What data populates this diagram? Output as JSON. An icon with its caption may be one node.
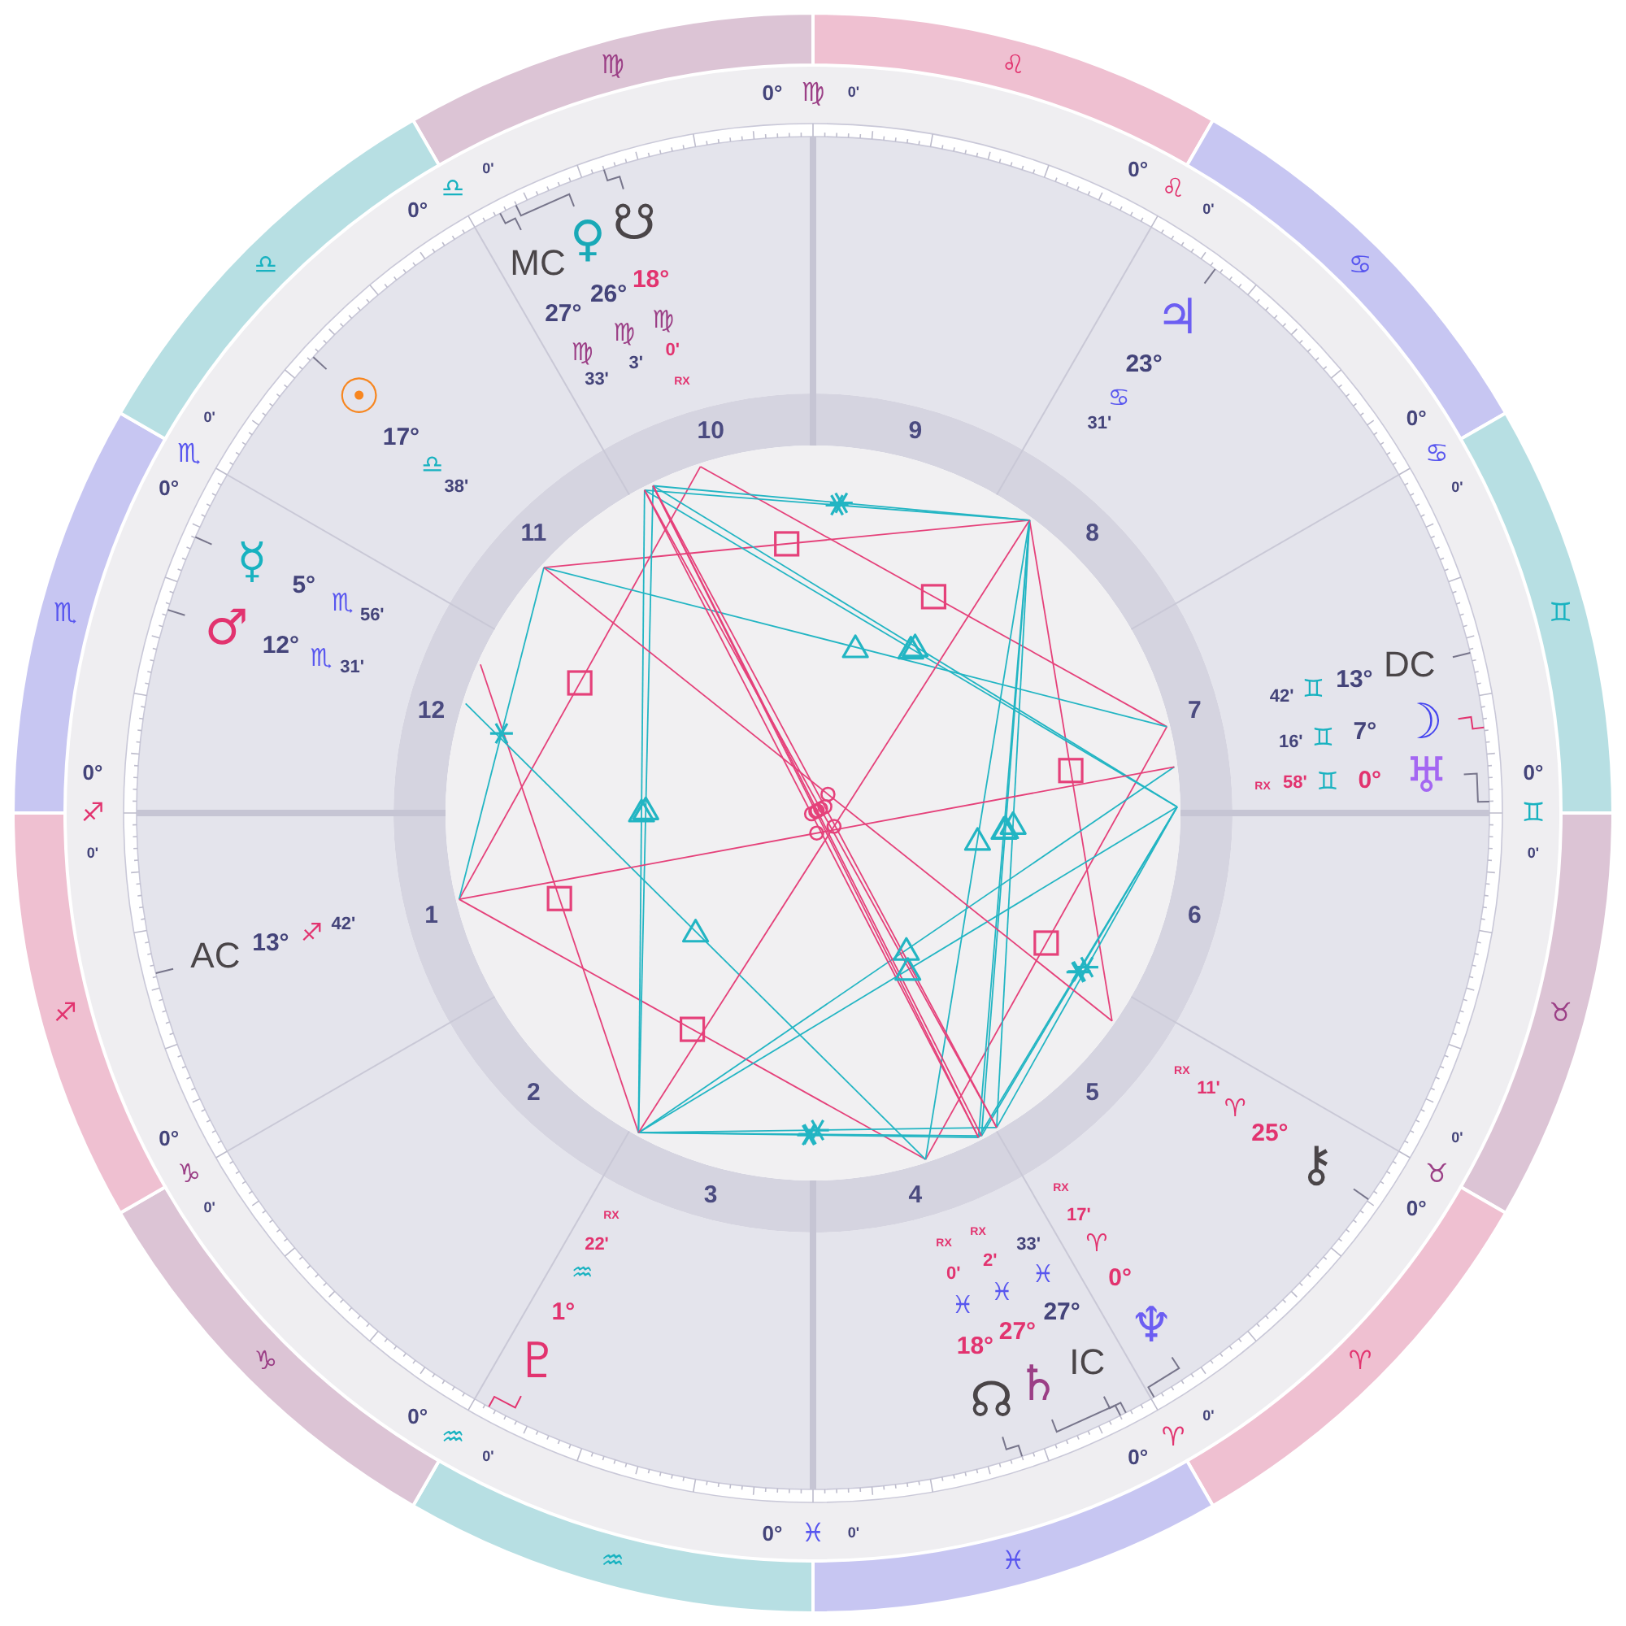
{
  "diagram": {
    "nodes": [
      {
        "text": [
          "♍"
        ]
      },
      {
        "text": [
          "♌"
        ]
      },
      {
        "text": [
          "♋"
        ]
      },
      {
        "text": [
          "♊"
        ]
      },
      {
        "text": [
          "♉"
        ]
      },
      {
        "text": [
          "♈"
        ]
      },
      {
        "text": [
          "♓"
        ]
      },
      {
        "text": [
          "♒"
        ]
      },
      {
        "text": [
          "♑"
        ]
      },
      {
        "text": [
          "♐"
        ]
      },
      {
        "text": [
          "♏"
        ]
      },
      {
        "text": [
          "♎"
        ]
      }
    ],
    "labels": [
      "0°",
      "♍",
      "0'",
      "0°",
      "♌",
      "0'",
      "0°",
      "♋",
      "0'",
      "0°",
      "♊",
      "0'",
      "0°",
      "♉",
      "0'",
      "0°",
      "♈",
      "0'",
      "0°",
      "♓",
      "0'",
      "0°",
      "♒",
      "0'",
      "0°",
      "♑",
      "0'",
      "0°",
      "♐",
      "0'",
      "0°",
      "♏",
      "0'",
      "0°",
      "♎",
      "0'",
      "10",
      "9",
      "8",
      "7",
      "6",
      "5",
      "4",
      "3",
      "2",
      "1",
      "12",
      "11",
      "MC",
      "27°",
      "♍",
      "33'",
      "♀",
      "26°",
      "♍",
      "3'",
      "☋",
      "18°",
      "♍",
      "0'",
      "RX",
      "♃",
      "23°",
      "♋",
      "31'",
      "DC",
      "13°",
      "♊",
      "42'",
      "☽",
      "7°",
      "♊",
      "16'",
      "♅",
      "0°",
      "♊",
      "58'",
      "RX",
      "⚷",
      "25°",
      "♈",
      "11'",
      "RX",
      "♆",
      "0°",
      "♈",
      "17'",
      "RX",
      "IC",
      "27°",
      "♓",
      "33'",
      "♄",
      "27°",
      "♓",
      "2'",
      "RX",
      "☊",
      "18°",
      "♓",
      "0'",
      "RX",
      "♇",
      "1°",
      "♒",
      "22'",
      "RX",
      "AC",
      "13°",
      "♐",
      "42'",
      "♂",
      "12°",
      "♏",
      "31'",
      "☿",
      "5°",
      "♏",
      "56'",
      "☉",
      "17°",
      "♎",
      "38'"
    ]
  }
}
